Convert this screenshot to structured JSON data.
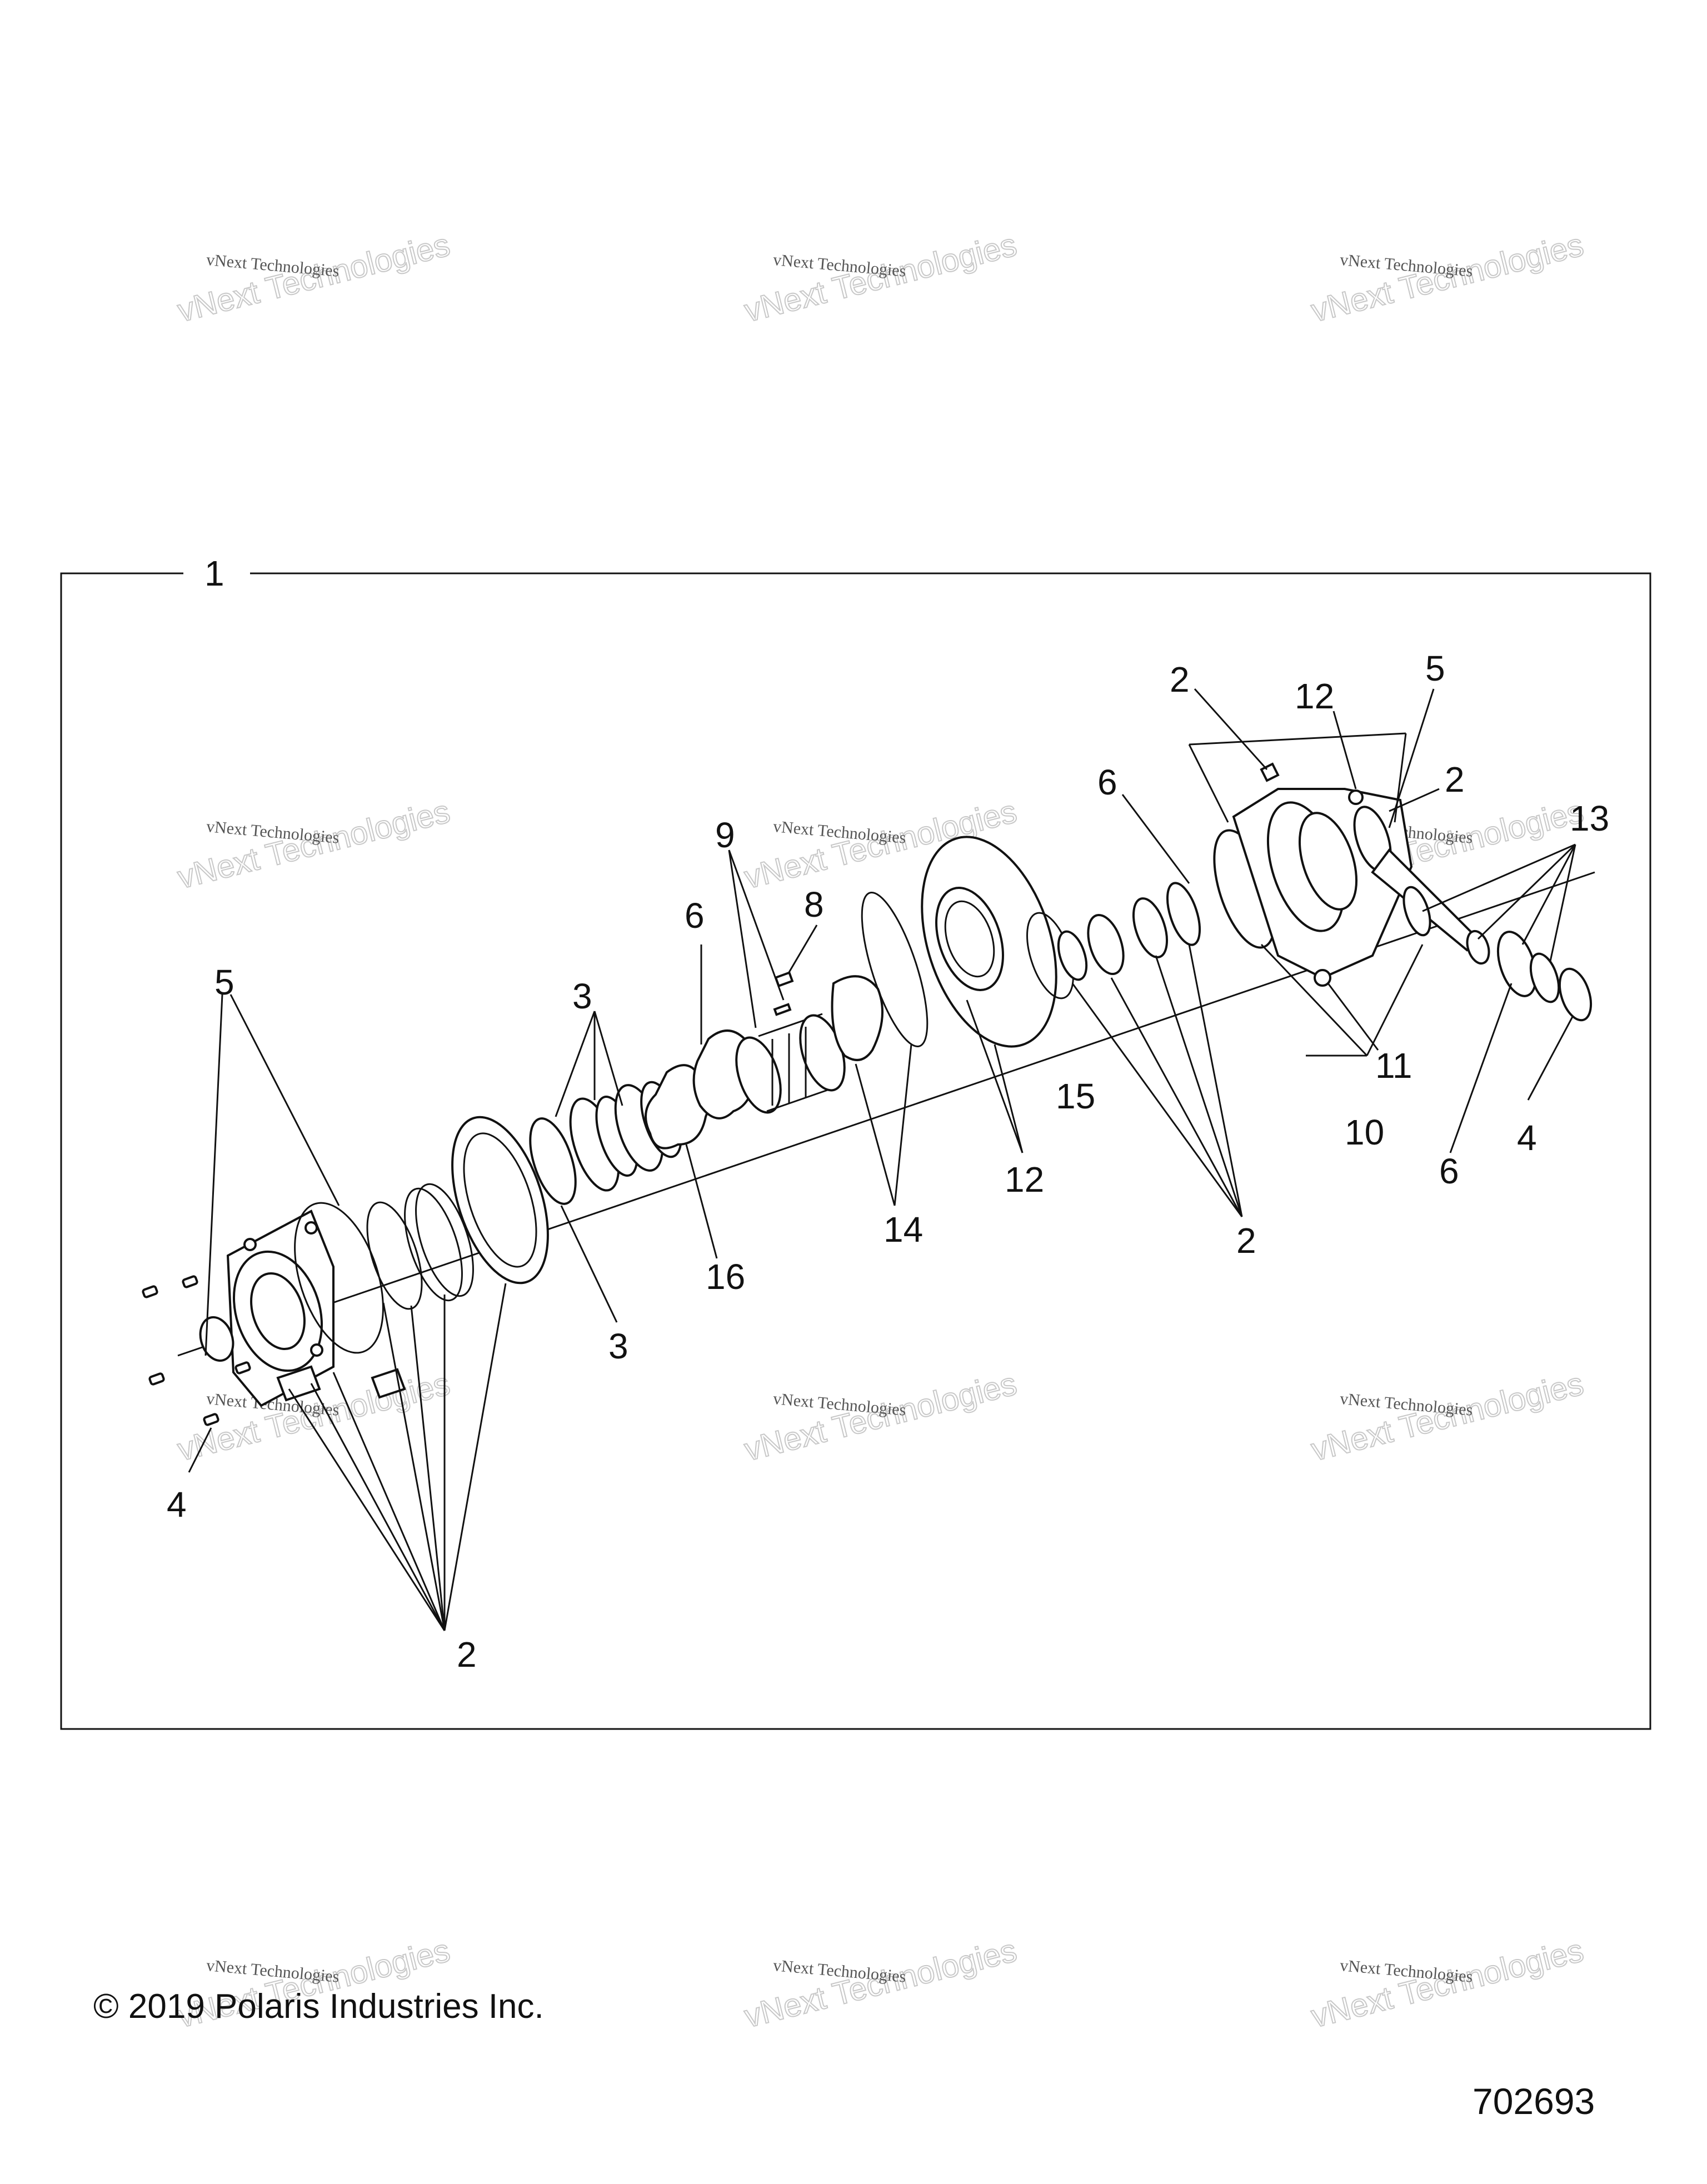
{
  "callouts": {
    "c1": "1",
    "c2": "2",
    "c3": "3",
    "c4": "4",
    "c5": "5",
    "c6": "6",
    "c8": "8",
    "c9": "9",
    "c10": "10",
    "c11": "11",
    "c12": "12",
    "c13": "13",
    "c14": "14",
    "c15": "15",
    "c16": "16"
  },
  "watermark": {
    "line1": "vNext Technologies",
    "line2": "vNext Technologies"
  },
  "footer": {
    "copyright": "© 2019 Polaris Industries Inc.",
    "diagram_number": "702693"
  }
}
